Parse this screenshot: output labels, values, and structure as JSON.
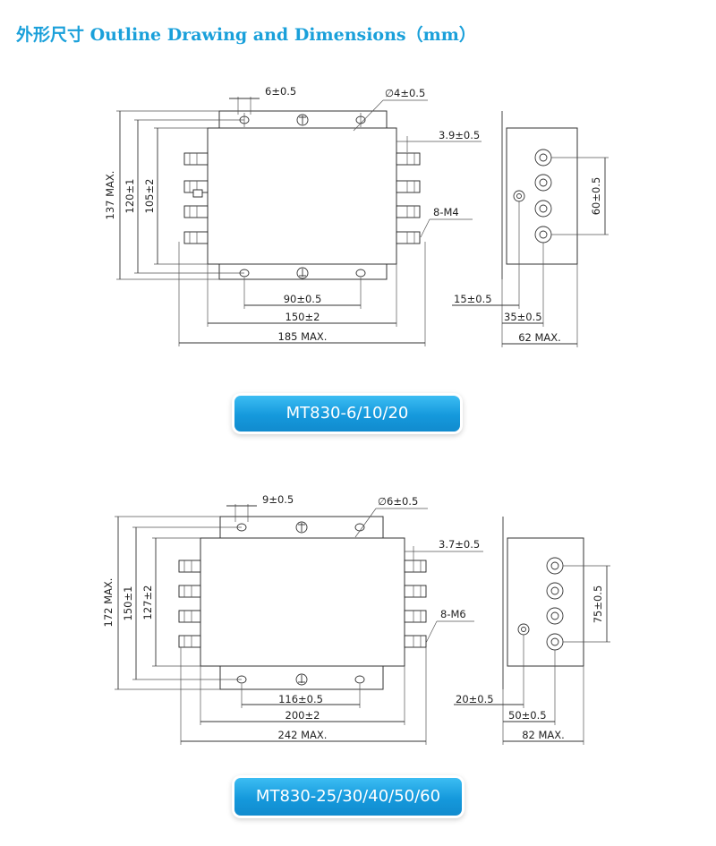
{
  "page": {
    "title": "外形尺寸 Outline Drawing and Dimensions（mm）",
    "accent_color": "#1aa0da"
  },
  "drawings": [
    {
      "model_label": "MT830-6/10/20",
      "front_view": {
        "dims": {
          "slot": "6±0.5",
          "hole": "∅4±0.5",
          "terminal_offset": "3.9±0.5",
          "terminal_spec": "8-M4",
          "height_total": "137 MAX.",
          "height_mount": "120±1",
          "height_body": "105±2",
          "hole_spacing": "90±0.5",
          "body_width": "150±2",
          "width_total": "185 MAX."
        }
      },
      "side_view": {
        "dims": {
          "terminal_spacing": "60±0.5",
          "ground_offset": "15±0.5",
          "terminal_depth": "35±0.5",
          "depth_total": "62 MAX."
        }
      }
    },
    {
      "model_label": "MT830-25/30/40/50/60",
      "front_view": {
        "dims": {
          "slot": "9±0.5",
          "hole": "∅6±0.5",
          "terminal_offset": "3.7±0.5",
          "terminal_spec": "8-M6",
          "height_total": "172 MAX.",
          "height_mount": "150±1",
          "height_body": "127±2",
          "hole_spacing": "116±0.5",
          "body_width": "200±2",
          "width_total": "242 MAX."
        }
      },
      "side_view": {
        "dims": {
          "terminal_spacing": "75±0.5",
          "ground_offset": "20±0.5",
          "terminal_depth": "50±0.5",
          "depth_total": "82 MAX."
        }
      }
    }
  ]
}
